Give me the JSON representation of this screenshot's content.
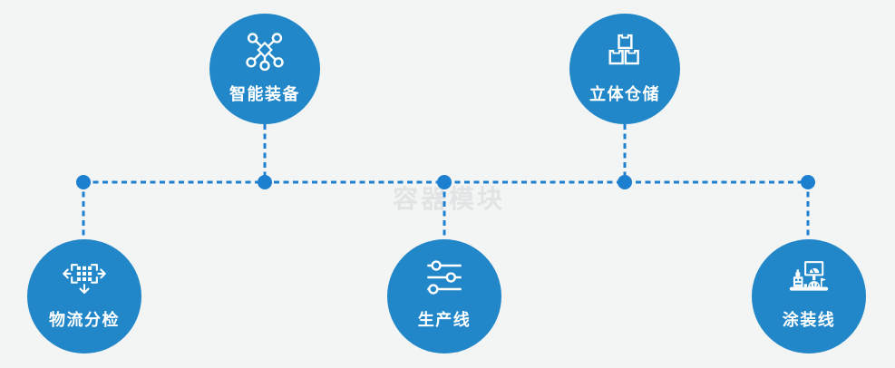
{
  "watermark": {
    "text": "容器模块"
  },
  "colors": {
    "background": "#f3f4f4",
    "circle_fill": "#2287c8",
    "connector_blue": "#1c7fd0",
    "label_text": "#ffffff",
    "watermark_text": "#e2e3e4"
  },
  "diagram": {
    "nodes": [
      {
        "id": "smart-equipment",
        "label": "智能装备",
        "icon": "network-nodes-icon",
        "row": "top"
      },
      {
        "id": "warehouse",
        "label": "立体仓储",
        "icon": "stacked-boxes-icon",
        "row": "top"
      },
      {
        "id": "logistics-sorting",
        "label": "物流分检",
        "icon": "sorting-arrows-icon",
        "row": "bottom"
      },
      {
        "id": "production-line",
        "label": "生产线",
        "icon": "sliders-icon",
        "row": "bottom"
      },
      {
        "id": "painting-line",
        "label": "涂装线",
        "icon": "control-station-icon",
        "row": "bottom"
      }
    ]
  }
}
